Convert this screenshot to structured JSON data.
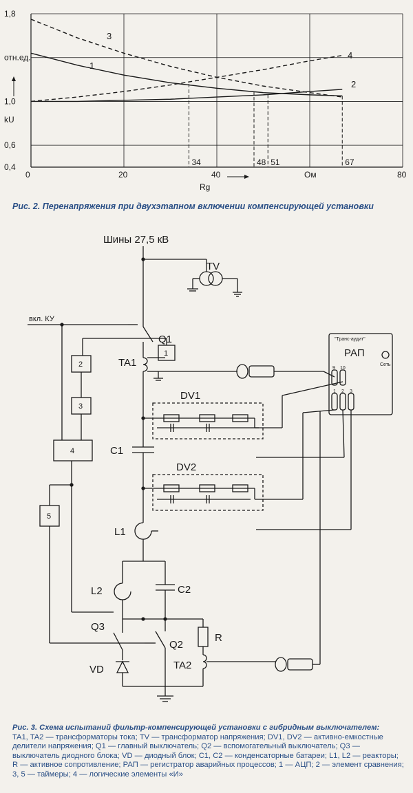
{
  "chart_data": {
    "type": "line",
    "xlim": [
      0,
      80
    ],
    "ylim": [
      0.4,
      1.8
    ],
    "x_ticks": [
      "0",
      "20",
      "40",
      "Ом",
      "80"
    ],
    "y_ticks": [
      "0,4",
      "0,6",
      "1,0",
      "отн.ед.",
      "1,8"
    ],
    "ylabel": "kU",
    "xlabel": "Rg",
    "grid": true,
    "series": [
      {
        "name": "1",
        "x": [
          0,
          10,
          20,
          30,
          40,
          50,
          60,
          67
        ],
        "y": [
          1.44,
          1.33,
          1.24,
          1.17,
          1.12,
          1.08,
          1.06,
          1.05
        ]
      },
      {
        "name": "2",
        "x": [
          0,
          10,
          20,
          30,
          40,
          50,
          60,
          67
        ],
        "y": [
          1.0,
          1.0,
          1.01,
          1.02,
          1.04,
          1.06,
          1.09,
          1.11
        ]
      },
      {
        "name": "3",
        "x": [
          0,
          10,
          20,
          30,
          40,
          50,
          60,
          67
        ],
        "y": [
          1.75,
          1.58,
          1.44,
          1.32,
          1.22,
          1.14,
          1.08,
          1.04
        ]
      },
      {
        "name": "4",
        "x": [
          0,
          10,
          20,
          30,
          40,
          50,
          60,
          67
        ],
        "y": [
          1.0,
          1.04,
          1.09,
          1.15,
          1.22,
          1.29,
          1.37,
          1.42
        ]
      }
    ],
    "annotations": [
      "34",
      "48",
      "51",
      "67"
    ]
  },
  "fig2_caption": "Рис. 2. Перенапряжения при двухэтапном включении компенсирующей установки",
  "schematic": {
    "bus": "Шины 27,5 кВ",
    "vkl": "вкл. КУ",
    "q1": "Q1",
    "ta1": "TA1",
    "tv": "TV",
    "block1": "1",
    "block2": "2",
    "block3": "3",
    "block4": "4",
    "block5": "5",
    "dv1": "DV1",
    "dv2": "DV2",
    "c1": "C1",
    "l1": "L1",
    "l2": "L2",
    "c2": "C2",
    "q3": "Q3",
    "q2": "Q2",
    "r": "R",
    "vd": "VD",
    "ta2": "TA2",
    "rap": "РАП",
    "rap_brand": "\"Транс-аудит\"",
    "rap_power": "Сеть",
    "rap_in1": "9",
    "rap_in2": "10",
    "rap_in3": "1",
    "rap_in4": "2",
    "rap_in5": "3"
  },
  "fig3_caption": {
    "title": "Рис. 3. Схема испытаний фильтр-компенсирующей установки с гибридным выключателем:",
    "body": "TA1, TA2 — трансформаторы тока; TV — трансформатор напряжения; DV1, DV2 — активно-емкостные делители напряжения; Q1 — главный выключатель; Q2 — вспомогательный выключатель; Q3 — выключатель диодного блока; VD — диодный блок; C1, C2 — конденсаторные батареи; L1, L2 — реакторы; R — активное сопротивление; РАП — регистратор аварийных процессов; 1 — АЦП; 2 — элемент сравнения; 3, 5 — таймеры; 4 — логические элементы «И»"
  },
  "colors": {
    "caption": "#2a4f86",
    "ink": "#1a1a1a"
  }
}
